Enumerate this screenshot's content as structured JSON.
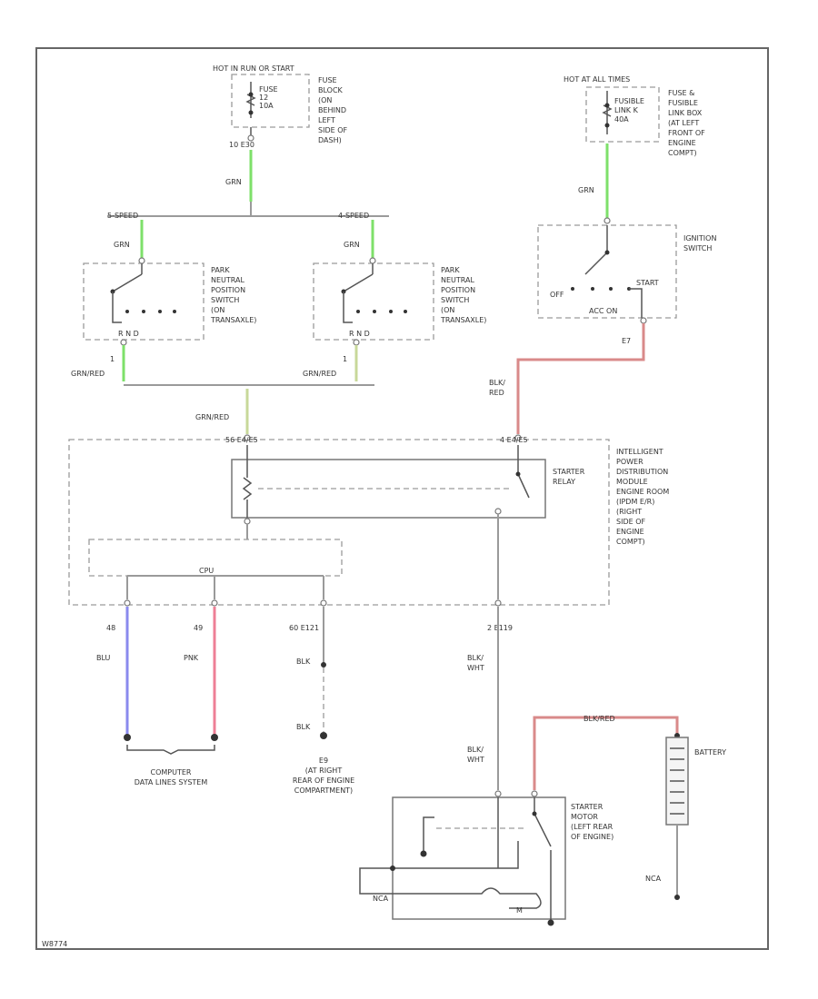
{
  "colors": {
    "grn": "#7ee06a",
    "grn_red": "#c8d89a",
    "blk_red": "#d98a8a",
    "blu": "#8a8aee",
    "pnk": "#ee7f96",
    "wire": "#9a9a9a"
  },
  "labels": {
    "hot_run_start": "HOT IN RUN OR START",
    "fuse_12": "FUSE\n12\n10A",
    "fuse_block": "FUSE\nBLOCK\n(ON\nBEHIND\nLEFT\nSIDE OF\nDASH)",
    "conn_10_e30": "10   E30",
    "hot_at_all_times": "HOT AT ALL TIMES",
    "fusible_link": "FUSIBLE\nLINK K\n40A",
    "fuse_fusible_box": "FUSE &\nFUSIBLE\nLINK BOX\n(AT LEFT\nFRONT OF\nENGINE\nCOMPT)",
    "grn_top_left": "GRN",
    "grn_top_right": "GRN",
    "five_speed": "5-SPEED",
    "four_speed": "4-SPEED",
    "grn_pnp1": "GRN",
    "grn_pnp2": "GRN",
    "ignition_switch": "IGNITION\nSWITCH",
    "off": "OFF",
    "start": "START",
    "acc_on": "ACC   ON",
    "pnp_switch_1": "PARK\nNEUTRAL\nPOSITION\nSWITCH\n(ON\nTRANSAXLE)",
    "pnp_switch_2": "PARK\nNEUTRAL\nPOSITION\nSWITCH\n(ON\nTRANSAXLE)",
    "pnp_pins_1": "R  N  D",
    "pnp_pins_2": "R  N  D",
    "pin_1a": "1",
    "pin_1b": "1",
    "pin_e7": "E7",
    "grn_red_left": "GRN/RED",
    "grn_red_right": "GRN/RED",
    "blk_red_upper": "BLK/\nRED",
    "grn_red_mid": "GRN/RED",
    "conn_e4": "56   E4/E5",
    "conn_e4_right": "4   E4/E5",
    "ipdm": "INTELLIGENT\nPOWER\nDISTRIBUTION\nMODULE\nENGINE ROOM\n(IPDM E/R)\n(RIGHT\nSIDE OF\nENGINE\nCOMPT)",
    "starter_relay": "STARTER\nRELAY",
    "cpu": "CPU",
    "pin_48": "48",
    "pin_49": "49",
    "conn_60_e121": "60   E121",
    "conn_2_e119": "2   E119",
    "blu": "BLU",
    "pnk": "PNK",
    "blk1": "BLK",
    "blk2": "BLK",
    "blk_wht1": "BLK/\nWHT",
    "blk_wht2": "BLK/\nWHT",
    "computer_data_lines": "COMPUTER\nDATA LINES SYSTEM",
    "ground_e9": "E9\n(AT RIGHT\nREAR OF ENGINE\nCOMPARTMENT)",
    "blk_red_battery": "BLK/RED",
    "battery": "BATTERY",
    "nca": "NCA",
    "starter_motor": "STARTER\nMOTOR\n(LEFT REAR\nOF ENGINE)",
    "m": "M",
    "nca_small": "NCA",
    "diagram_id": "W8774"
  }
}
